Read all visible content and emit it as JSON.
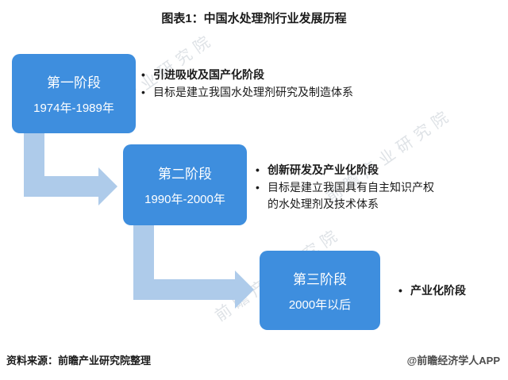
{
  "page": {
    "title": "图表1：中国水处理剂行业发展历程",
    "source": "资料来源：前瞻产业研究院整理",
    "credit": "@前瞻经济学人APP",
    "watermark": "前瞻产业研究院"
  },
  "colors": {
    "box": "#3e8ede",
    "arrow": "#aecbea"
  },
  "stages": [
    {
      "name": "第一阶段",
      "period": "1974年-1989年",
      "bullets": [
        {
          "text": "引进吸收及国产化阶段",
          "bold": true
        },
        {
          "text": "目标是建立我国水处理剂研究及制造体系",
          "bold": false
        }
      ]
    },
    {
      "name": "第二阶段",
      "period": "1990年-2000年",
      "bullets": [
        {
          "text": "创新研发及产业化阶段",
          "bold": true
        },
        {
          "text": "目标是建立我国具有自主知识产权的水处理剂及技术体系",
          "bold": false
        }
      ]
    },
    {
      "name": "第三阶段",
      "period": "2000年以后",
      "bullets": [
        {
          "text": "产业化阶段",
          "bold": true
        }
      ]
    }
  ]
}
